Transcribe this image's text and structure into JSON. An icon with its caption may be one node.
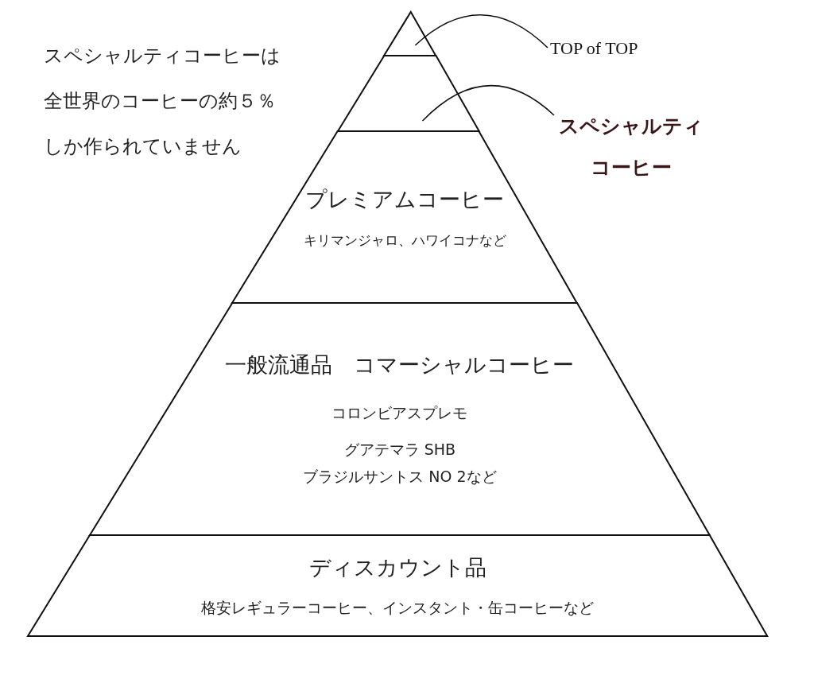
{
  "diagram": {
    "nodes": [
      {
        "text": [
          "TOP of TOP"
        ]
      },
      {
        "text": [
          "スペシャルティコーヒー"
        ]
      },
      {
        "text": [],
        "shape": "triangle"
      },
      {
        "text": [],
        "shape": "band"
      },
      {
        "text": [
          "プレミアムコーヒー",
          "キリマンジャロ、ハワイコナなど"
        ]
      },
      {
        "text": [
          "一般流通品　コマーシャルコーヒー",
          "コロンビアスプレモ",
          "グアテマラ SHB",
          "ブラジルサントス NO 2など"
        ]
      },
      {
        "text": [
          "ディスカウント品",
          "格安レギュラーコーヒー、インスタント・缶コーヒーなど"
        ]
      }
    ],
    "edges": [
      {
        "from": 0,
        "to": 2,
        "arrow": "none"
      },
      {
        "from": 1,
        "to": 3,
        "arrow": "none"
      }
    ],
    "labels": [
      "スペシャルティコーヒーは全世界のコーヒーの約５％しか作られていません"
    ]
  }
}
